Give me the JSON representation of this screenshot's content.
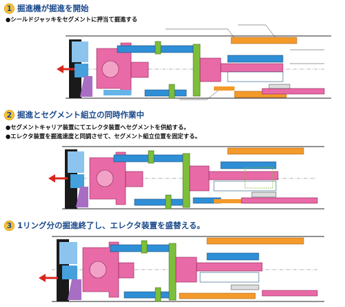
{
  "steps": [
    {
      "num": "1",
      "title": "掘進機が掘進を開始",
      "bullets": [
        "●シールドジャッキをセグメントに押当て掘進する"
      ]
    },
    {
      "num": "2",
      "title": "掘進とセグメント組立の同時作業中",
      "bullets": [
        "●セグメントキャリア装置にてエレクタ装置へセグメントを供給する。",
        "●エレクタ装置を掘進速度と同調させて、セグメント組立位置を固定する。"
      ]
    },
    {
      "num": "3",
      "title": "1リング分の掘進終了し、エレクタ装置を盛替える。",
      "bullets": []
    }
  ],
  "colors": {
    "title": "#1b4a8c",
    "badge": "#f6c23a",
    "pink": "#e86aa6",
    "blue": "#2f8fd6",
    "green": "#7dbf3a",
    "orange": "#f39a2b",
    "arrow": "#d9261c"
  }
}
